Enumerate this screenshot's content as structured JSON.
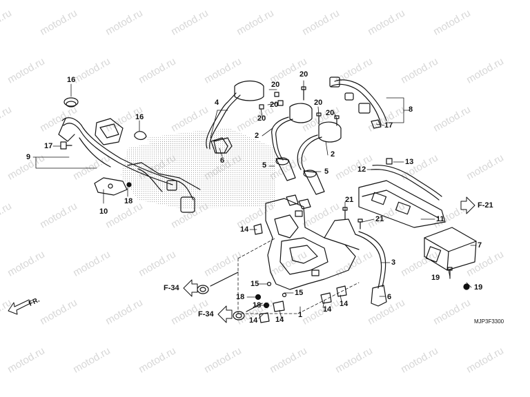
{
  "watermark": "motod.ru",
  "diagram_code": "MJP3F3300",
  "front_label": "FR.",
  "ref_labels": [
    {
      "id": "f21",
      "text": "F-21"
    },
    {
      "id": "f34a",
      "text": "F-34"
    },
    {
      "id": "f34b",
      "text": "F-34"
    }
  ],
  "callouts": [
    "16",
    "17",
    "9",
    "16",
    "10",
    "18",
    "4",
    "20",
    "20",
    "20",
    "6",
    "2",
    "5",
    "5",
    "20",
    "20",
    "20",
    "2",
    "8",
    "17",
    "13",
    "12",
    "11",
    "21",
    "21",
    "14",
    "3",
    "7",
    "15",
    "18",
    "18",
    "15",
    "1",
    "14",
    "14",
    "14",
    "14",
    "6",
    "19",
    "19"
  ]
}
